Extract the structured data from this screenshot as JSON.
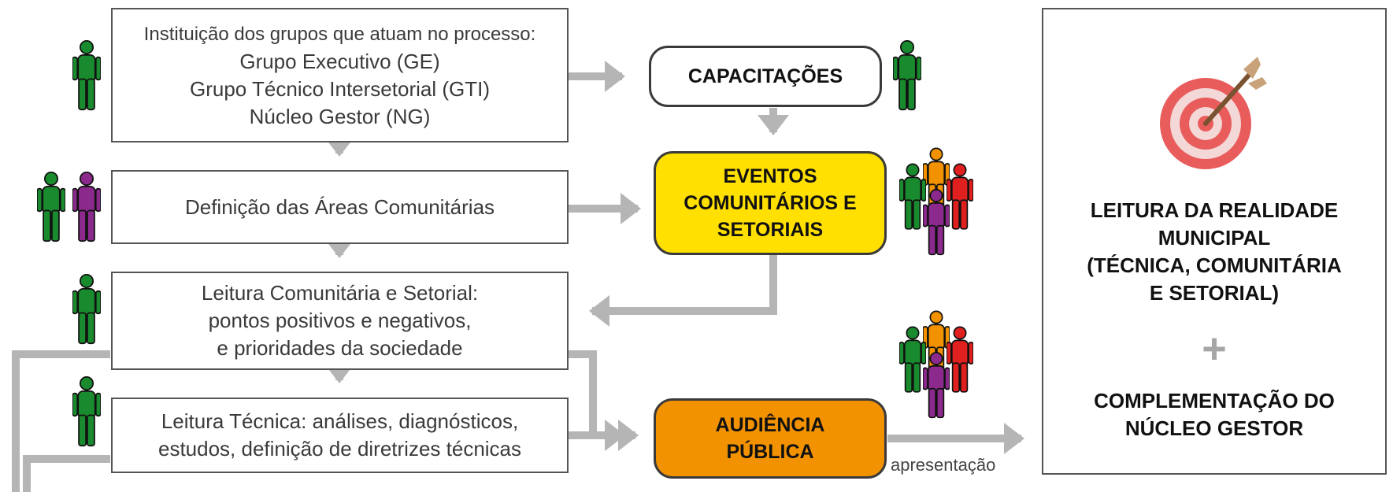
{
  "boxes": {
    "instituicao": {
      "lines": [
        "Instituição dos grupos que atuam no processo:",
        "Grupo Executivo (GE)",
        "Grupo Técnico Intersetorial (GTI)",
        "Núcleo Gestor (NG)"
      ]
    },
    "definicao": {
      "lines": [
        "Definição das Áreas Comunitárias"
      ]
    },
    "leitura_comunitaria": {
      "lines": [
        "Leitura Comunitária e Setorial:",
        "pontos positivos e negativos,",
        "e prioridades da sociedade"
      ]
    },
    "leitura_tecnica": {
      "lines": [
        "Leitura Técnica: análises, diagnósticos,",
        "estudos, definição de diretrizes técnicas"
      ]
    }
  },
  "pills": {
    "capacitacoes": {
      "lines": [
        "CAPACITAÇÕES"
      ],
      "color": "#ffffff"
    },
    "eventos": {
      "lines": [
        "EVENTOS",
        "COMUNITÁRIOS E",
        "SETORIAIS"
      ],
      "color": "#ffe000"
    },
    "audiencia": {
      "lines": [
        "AUDIÊNCIA",
        "PÚBLICA"
      ],
      "color": "#f39200"
    }
  },
  "goal": {
    "lines": [
      "LEITURA DA REALIDADE",
      "MUNICIPAL",
      "(TÉCNICA, COMUNITÁRIA",
      "E SETORIAL)"
    ],
    "plus": "+",
    "lines2": [
      "COMPLEMENTAÇÃO DO",
      "NÚCLEO GESTOR"
    ],
    "icon": "target-with-arrow-icon"
  },
  "arrow_label": "apresentação",
  "colors": {
    "green": "#1a8a2e",
    "purple": "#8b2a8c",
    "orange": "#f39200",
    "red": "#e01f1f",
    "arrow": "#b5b5b5",
    "yellow": "#ffe000"
  }
}
